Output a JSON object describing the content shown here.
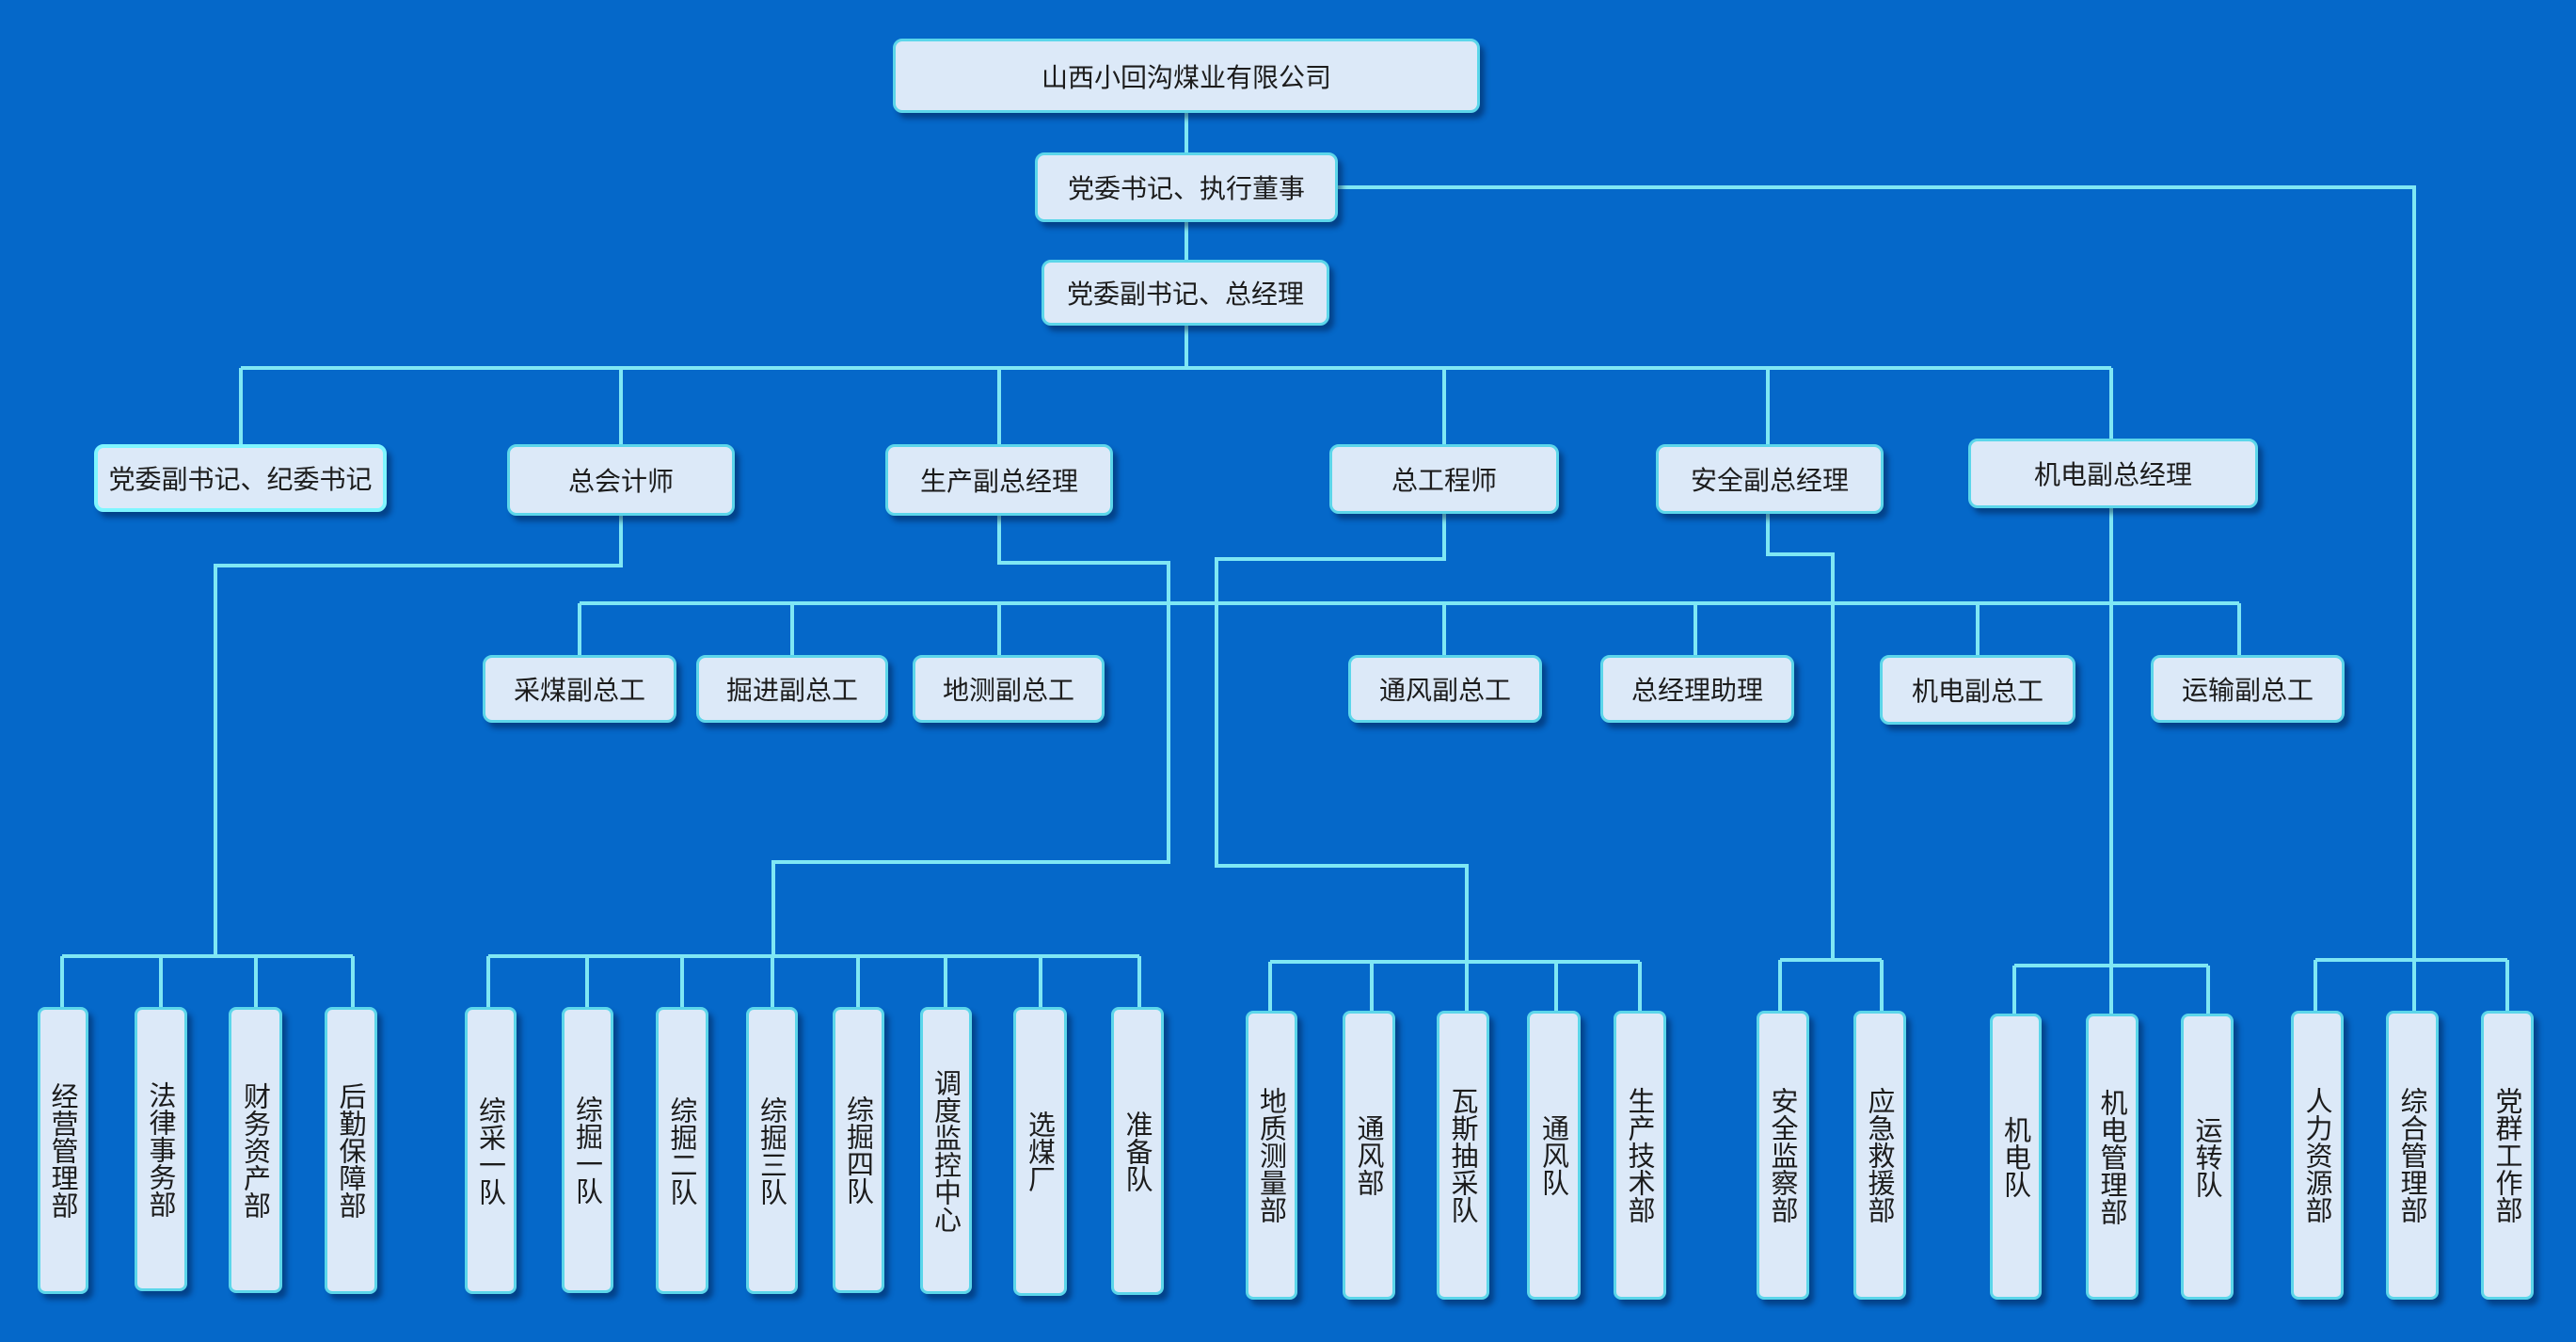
{
  "top": {
    "company": "山西小回沟煤业有限公司",
    "chairman": "党委书记、执行董事",
    "gm": "党委副书记、总经理"
  },
  "level3": {
    "discipline": "党委副书记、纪委书记",
    "accountant": "总会计师",
    "production_vgm": "生产副总经理",
    "chief_engineer": "总工程师",
    "safety_vgm": "安全副总经理",
    "mech_vgm": "机电副总经理"
  },
  "level4": {
    "mining": "采煤副总工",
    "tunneling": "掘进副总工",
    "survey": "地测副总工",
    "ventilation": "通风副总工",
    "gm_assistant": "总经理助理",
    "mech": "机电副总工",
    "transport": "运输副总工"
  },
  "departments": [
    "经营管理部",
    "法律事务部",
    "财务资产部",
    "后勤保障部",
    "综采一队",
    "综掘一队",
    "综掘二队",
    "综掘三队",
    "综掘四队",
    "调度监控中心",
    "选煤厂",
    "准备队",
    "地质测量部",
    "通风部",
    "瓦斯抽采队",
    "通风队",
    "生产技术部",
    "安全监察部",
    "应急救援部",
    "机电队",
    "机电管理部",
    "运转队",
    "人力资源部",
    "综合管理部",
    "党群工作部"
  ],
  "colors": {
    "background": "#0568c9",
    "box_fill": "#dce9f8",
    "box_border": "#5cd6ea",
    "connector": "#7fe7f4"
  }
}
